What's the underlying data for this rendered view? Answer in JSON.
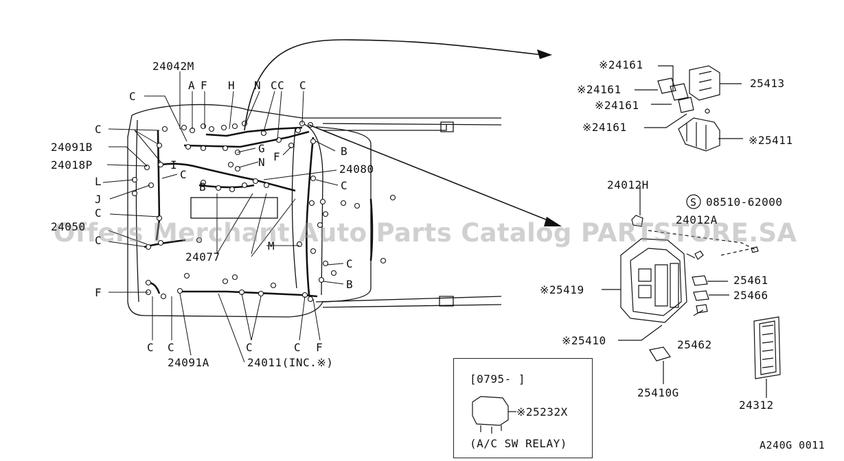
{
  "watermark": "Offers Merchant Auto Parts Catalog PARTSTORE.SA",
  "diagram_code": "A240G 0011",
  "letters": {
    "a": "A",
    "b": "B",
    "c": "C",
    "f": "F",
    "g": "G",
    "h": "H",
    "i": "I",
    "j": "J",
    "l": "L",
    "m": "M",
    "n": "N",
    "cc": "CC"
  },
  "parts": {
    "p24042M": "24042M",
    "p24091B": "24091B",
    "p24018P": "24018P",
    "p24050": "24050",
    "p24080": "24080",
    "p24077": "24077",
    "p24091A": "24091A",
    "p24011": "24011(INC.※)",
    "p24161": "※24161",
    "p25413": "25413",
    "p25411": "※25411",
    "p24012H": "24012H",
    "p08510": "08510-62000",
    "p24012A": "24012A",
    "p25419": "※25419",
    "p25461": "25461",
    "p25466": "25466",
    "p25410": "※25410",
    "p25462": "25462",
    "p25410G": "25410G",
    "p24312": "24312"
  },
  "s_symbol": "S",
  "relay_box": {
    "date": "[0795-    ]",
    "part": "※25232X",
    "caption": "(A/C SW RELAY)"
  }
}
